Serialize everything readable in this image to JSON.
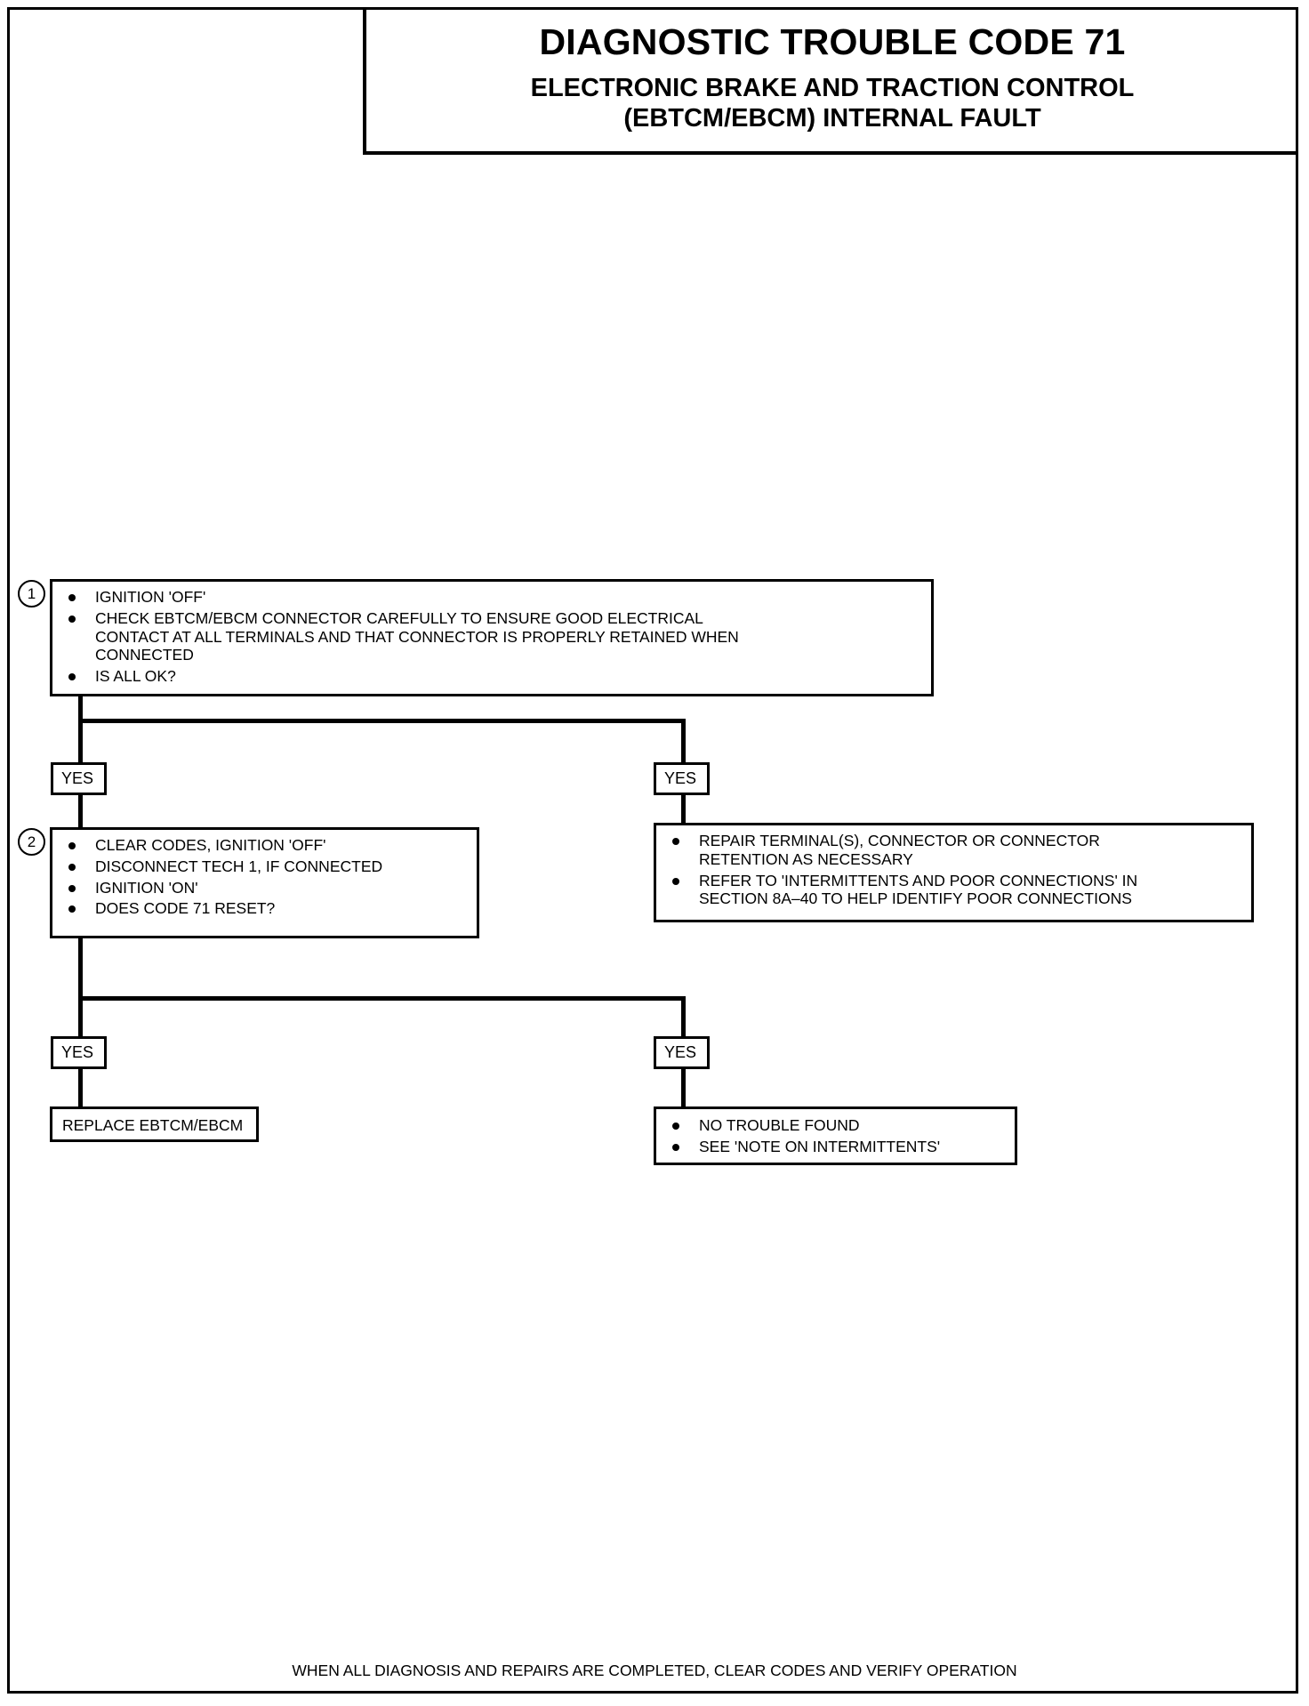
{
  "document": {
    "title_main": "DIAGNOSTIC TROUBLE CODE 71",
    "title_sub_line1": "ELECTRONIC BRAKE AND TRACTION CONTROL",
    "title_sub_line2": "(EBTCM/EBCM) INTERNAL FAULT",
    "footer": "WHEN ALL DIAGNOSIS AND REPAIRS ARE COMPLETED, CLEAR CODES AND VERIFY OPERATION"
  },
  "flow": {
    "step1": {
      "number": "1",
      "bullets": [
        {
          "line1": "IGNITION 'OFF'"
        },
        {
          "line1": "CHECK EBTCM/EBCM CONNECTOR CAREFULLY TO ENSURE GOOD ELECTRICAL",
          "line2": "CONTACT AT ALL TERMINALS AND THAT CONNECTOR IS PROPERLY RETAINED WHEN",
          "line3": "CONNECTED"
        },
        {
          "line1": "IS ALL OK?"
        }
      ]
    },
    "branch1": {
      "left_label": "YES",
      "right_label": "YES"
    },
    "step2": {
      "number": "2",
      "bullets": [
        {
          "line1": "CLEAR CODES, IGNITION 'OFF'"
        },
        {
          "line1": "DISCONNECT TECH 1, IF CONNECTED"
        },
        {
          "line1": "IGNITION 'ON'"
        },
        {
          "line1": "DOES CODE 71 RESET?"
        }
      ]
    },
    "repair_box": {
      "bullets": [
        {
          "line1": "REPAIR TERMINAL(S), CONNECTOR OR CONNECTOR",
          "line2": "RETENTION AS NECESSARY"
        },
        {
          "line1": "REFER TO 'INTERMITTENTS AND POOR CONNECTIONS' IN",
          "line2": "SECTION 8A–40 TO HELP IDENTIFY POOR CONNECTIONS"
        }
      ]
    },
    "branch2": {
      "left_label": "YES",
      "right_label": "YES"
    },
    "replace_box": {
      "text": "REPLACE EBTCM/EBCM"
    },
    "no_trouble_box": {
      "bullets": [
        {
          "line1": "NO TROUBLE FOUND"
        },
        {
          "line1": "SEE 'NOTE ON INTERMITTENTS'"
        }
      ]
    }
  },
  "colors": {
    "ink": "#000000",
    "paper": "#ffffff"
  }
}
